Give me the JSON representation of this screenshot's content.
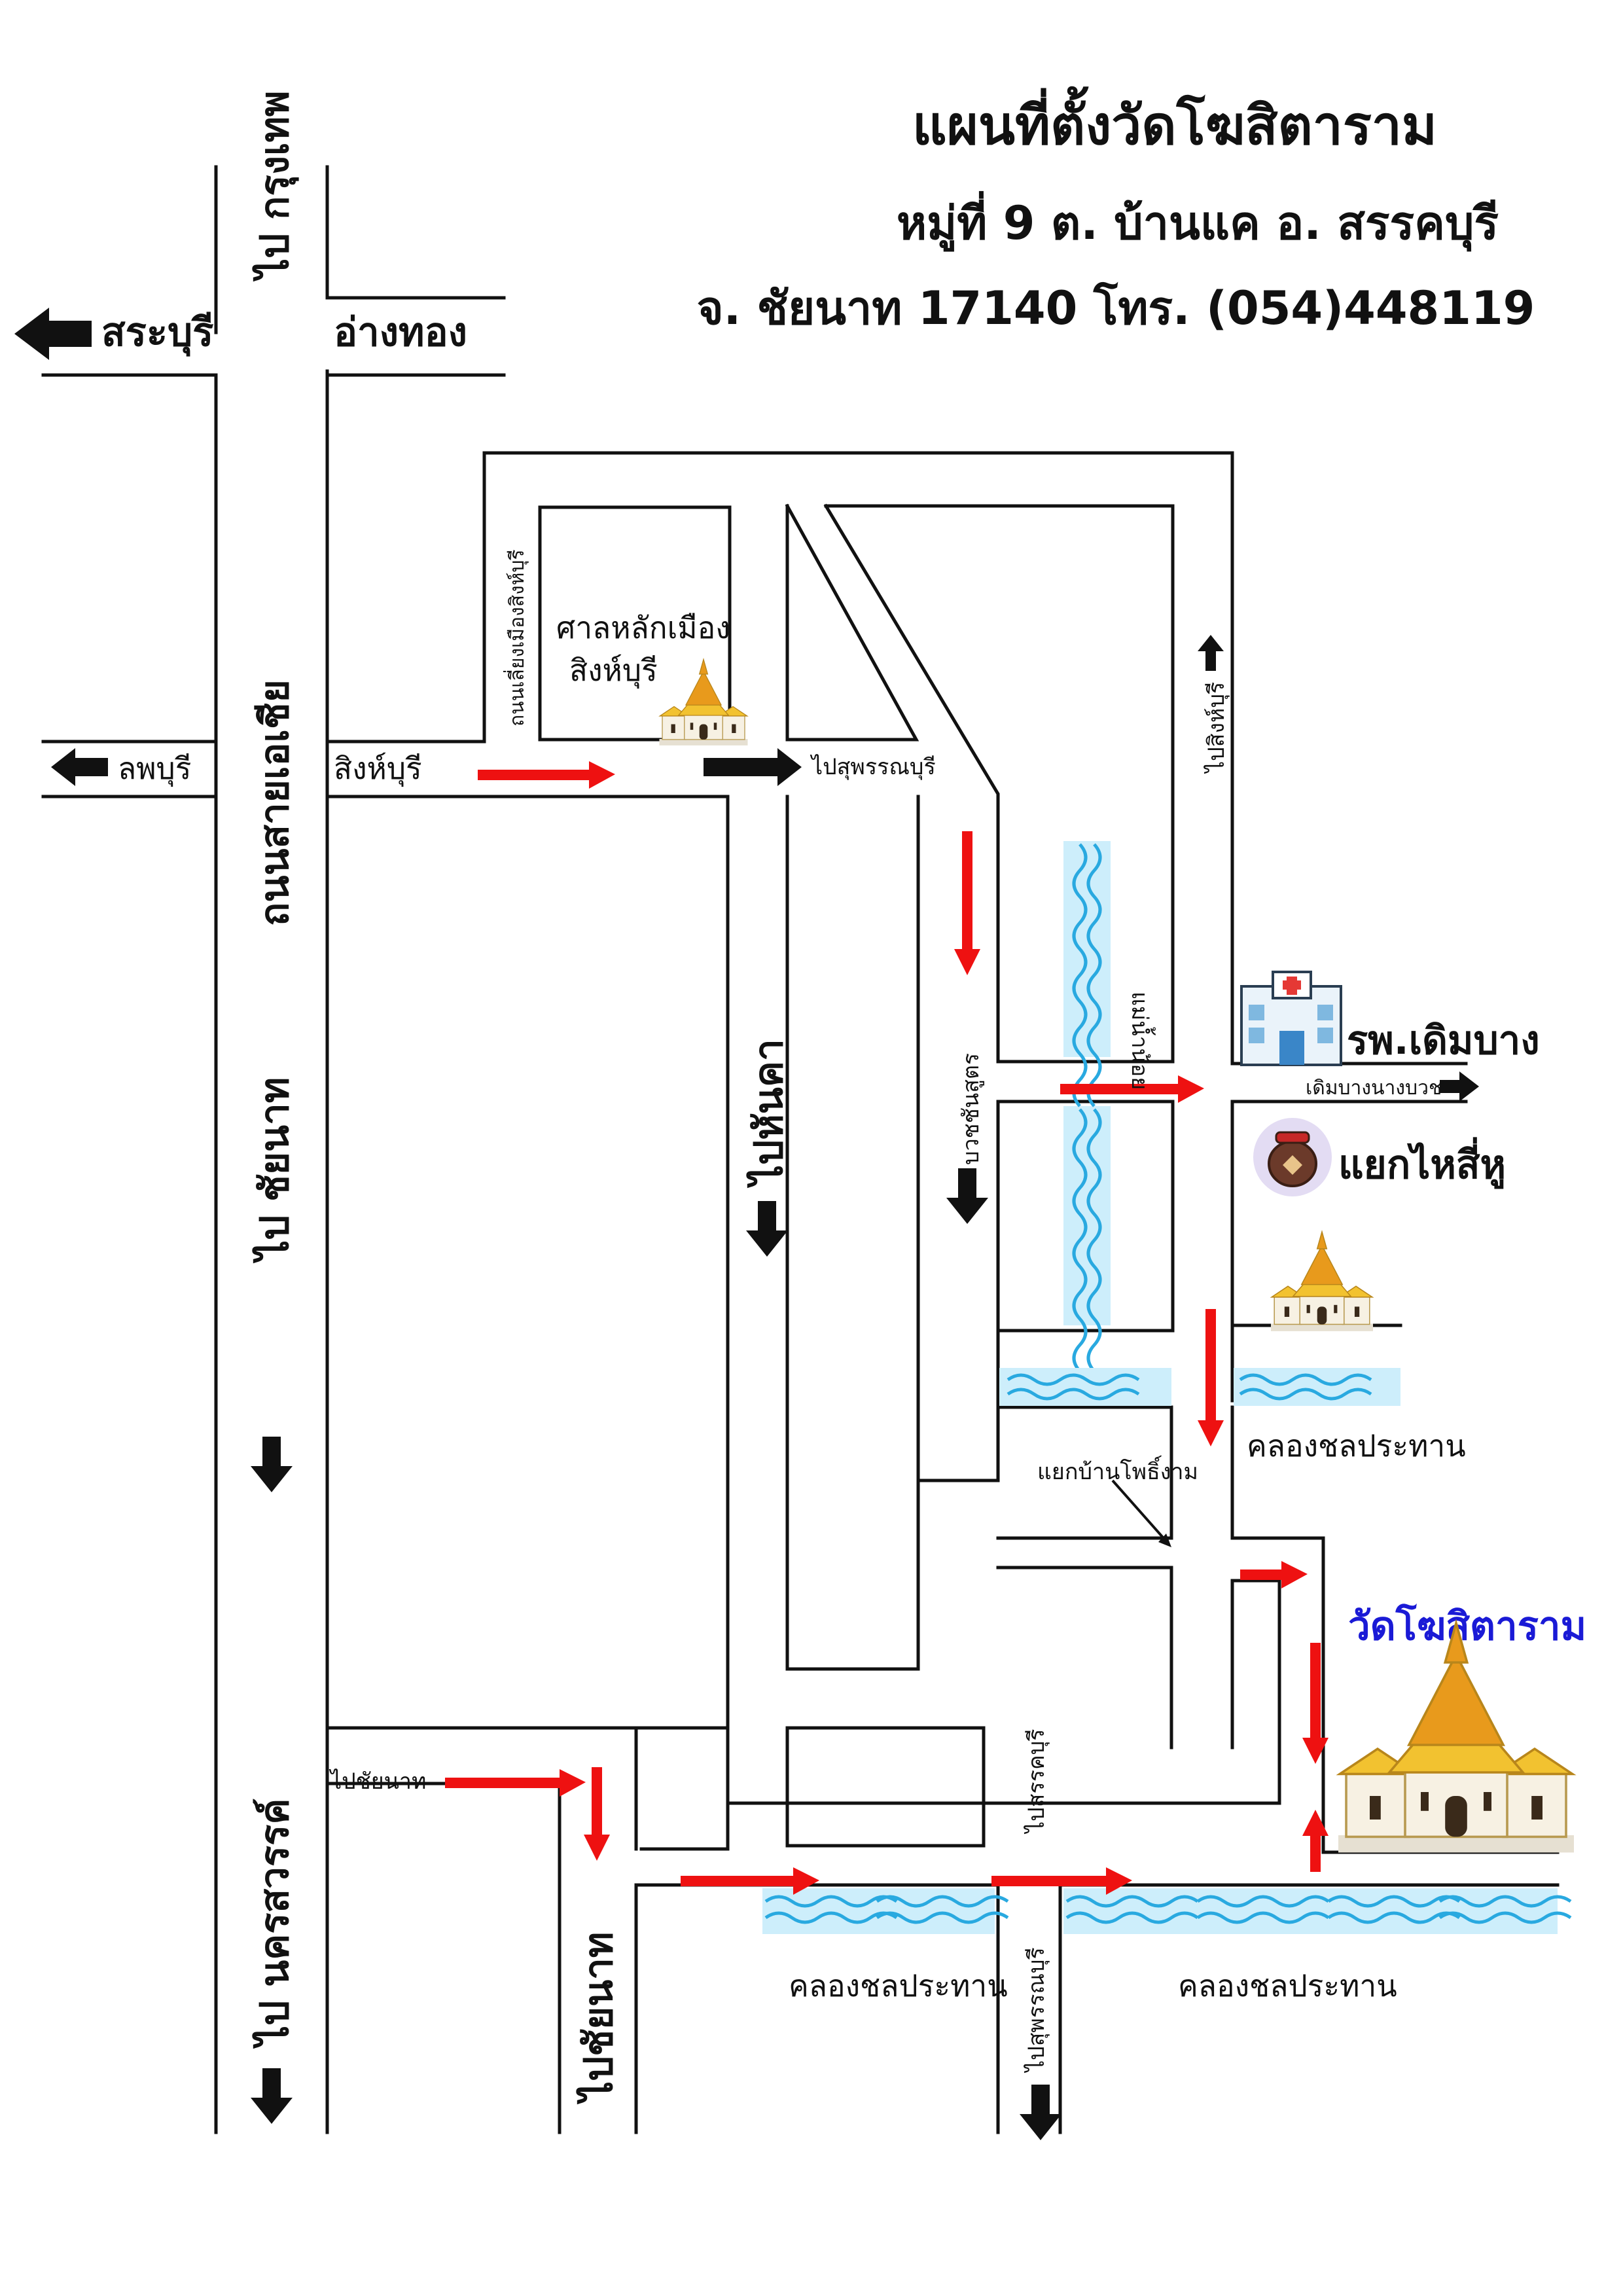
{
  "title": {
    "line1": "แผนที่ตั้งวัดโฆสิตาราม",
    "line2": "หมู่ที่ 9 ต. บ้านแค อ. สรรคบุรี",
    "line3": "จ. ชัยนาท 17140 โทร. (054)448119"
  },
  "labels": {
    "to_bangkok": "ไป กรุงเทพ",
    "saraburi": "สระบุรี",
    "angthong": "อ่างทอง",
    "lopburi": "ลพบุรี",
    "singburi": "สิงห์บุรี",
    "asia_road": "ถนนสายเอเชีย",
    "to_chainat_main": "ไป ชัยนาท",
    "to_nakhonsawan": "ไป นครสวรรค์",
    "bypass_road": "ถนนเลี่ยงเมืองสิงห์บุรี",
    "city_pillar": "ศาลหลักเมือง",
    "city_pillar_2": "สิงห์บุรี",
    "to_suphanburi_top": "ไปสุพรรณบุรี",
    "to_singburi_right": "ไปสิงห์บุรี",
    "noi_river": "แม่น้ำน้อย",
    "hospital": "รพ.เดิมบาง",
    "doembang_road": "เดิมบางนางบวช",
    "hai_si_hu": "แยกไหสี่หู",
    "to_hankha": "ไปหันคา",
    "buachet_road": "บวชชันสูตร",
    "canal_right": "คลองชลประทาน",
    "pho_ngam": "แยกบ้านโพธิ์งาม",
    "temple_name": "วัดโฆสิตาราม",
    "to_chainat_left": "ไปชัยนาท",
    "to_chainat_bottom": "ไปชัยนาท",
    "to_sankhaburi": "ไปสรรคบุรี",
    "to_suphanburi_bottom": "ไปสุพรรณบุรี",
    "canal_bottom_left": "คลองชลประทาน",
    "canal_bottom_right": "คลองชลประทาน"
  },
  "colors": {
    "route_arrow": "#ee1111",
    "direction_arrow": "#111111",
    "water": "#29a9e0",
    "water_light": "#cdeefb",
    "temple_label": "#1a1ad6",
    "temple_gold": "#f2c230",
    "temple_wall": "#f7f1e3"
  },
  "icons": {
    "city_pillar": "shrine-icon",
    "hospital": "hospital-icon",
    "hai_si_hu": "jar-icon",
    "temple_small": "temple-icon",
    "temple_main": "temple-icon"
  }
}
